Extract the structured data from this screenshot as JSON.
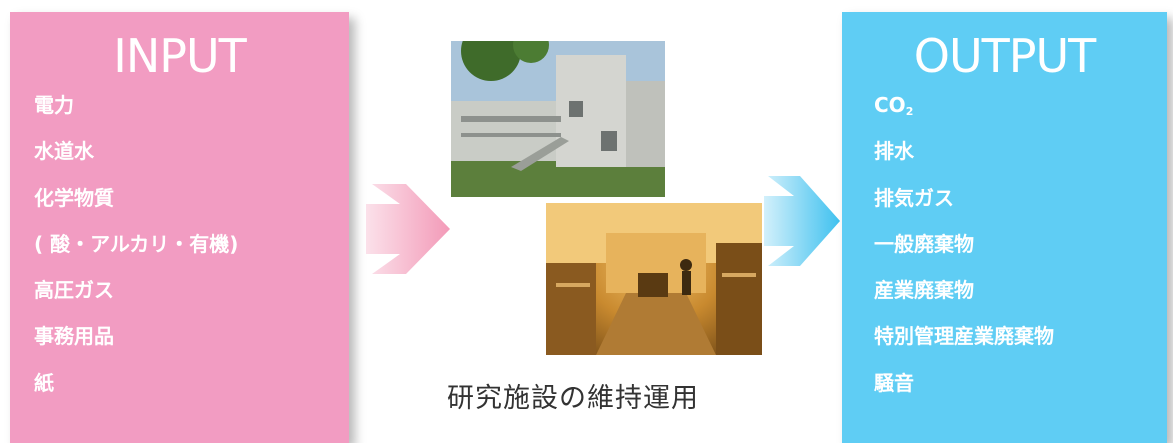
{
  "input": {
    "title": "INPUT",
    "items": [
      "電力",
      "水道水",
      "化学物質",
      "( 酸・アルカリ・有機)",
      "高圧ガス",
      "事務用品",
      "紙"
    ],
    "color": "#f29cc2"
  },
  "output": {
    "title": "OUTPUT",
    "co2_base": "CO",
    "co2_sub": "2",
    "items": [
      "排水",
      "排気ガス",
      "一般廃棄物",
      "産業廃棄物",
      "特別管理産業廃棄物",
      "騒音"
    ],
    "color": "#5fcdf4"
  },
  "center": {
    "caption": "研究施設の維持運用",
    "photos": [
      "building-photo",
      "cleanroom-lab-photo"
    ]
  },
  "arrows": {
    "left_color": "#f39ab8",
    "right_color": "#3fc1ef"
  }
}
